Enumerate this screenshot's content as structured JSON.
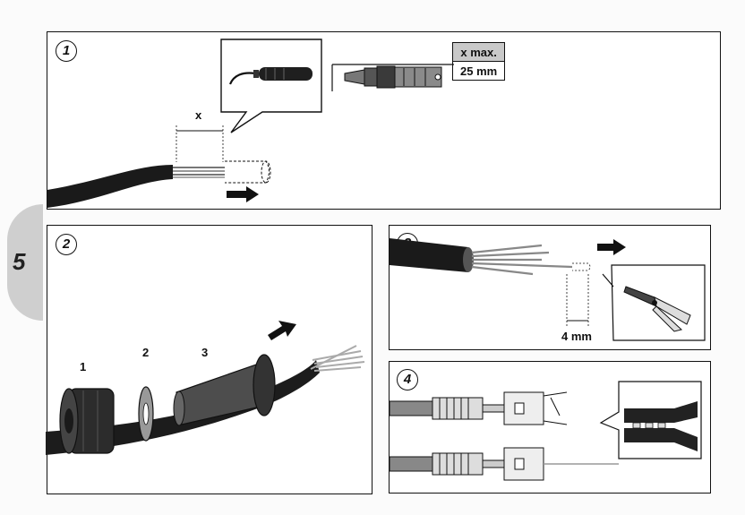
{
  "page": {
    "number": "5"
  },
  "steps": [
    {
      "number": "1",
      "dimension_label": "x",
      "table": {
        "header": "x max.",
        "value": "25 mm"
      }
    },
    {
      "number": "2",
      "part_labels": [
        "1",
        "2",
        "3"
      ]
    },
    {
      "number": "3",
      "dimension_label": "4 mm"
    },
    {
      "number": "4"
    }
  ],
  "colors": {
    "cable": "#1a1a1a",
    "tab": "#cfcfcf",
    "table_header": "#c9c9c9"
  }
}
